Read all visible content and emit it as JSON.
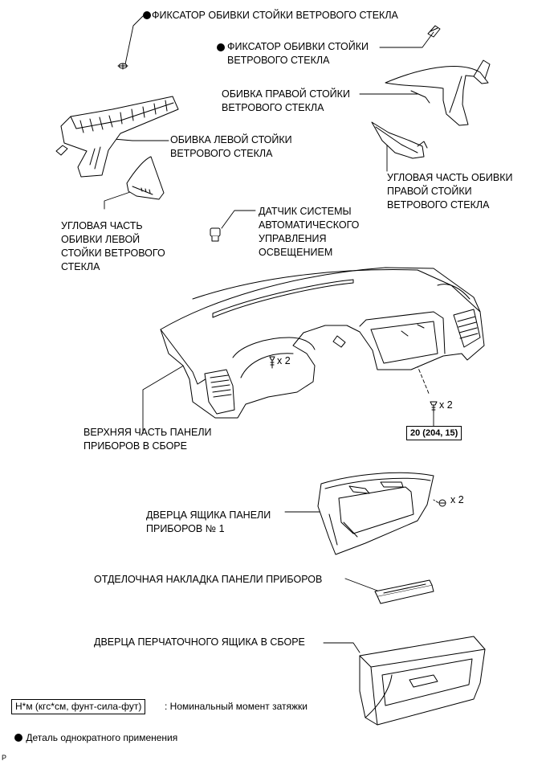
{
  "labels": {
    "clip_top": "ФИКСАТОР ОБИВКИ СТОЙКИ ВЕТРОВОГО СТЕКЛА",
    "clip_right": "ФИКСАТОР ОБИВКИ СТОЙКИ\nВЕТРОВОГО СТЕКЛА",
    "right_pillar": "ОБИВКА ПРАВОЙ СТОЙКИ\nВЕТРОВОГО СТЕКЛА",
    "left_pillar": "ОБИВКА ЛЕВОЙ СТОЙКИ\nВЕТРОВОГО СТЕКЛА",
    "right_corner": "УГЛОВАЯ ЧАСТЬ ОБИВКИ\nПРАВОЙ СТОЙКИ\nВЕТРОВОГО СТЕКЛА",
    "left_corner": "УГЛОВАЯ ЧАСТЬ\nОБИВКИ ЛЕВОЙ\nСТОЙКИ ВЕТРОВОГО\nСТЕКЛА",
    "sensor": "ДАТЧИК СИСТЕМЫ\nАВТОМАТИЧЕСКОГО\nУПРАВЛЕНИЯ\nОСВЕЩЕНИЕМ",
    "panel": "ВЕРХНЯЯ ЧАСТЬ ПАНЕЛИ\nПРИБОРОВ В СБОРЕ",
    "door1": "ДВЕРЦА ЯЩИКА ПАНЕЛИ\nПРИБОРОВ № 1",
    "trim": "ОТДЕЛОЧНАЯ НАКЛАДКА ПАНЕЛИ ПРИБОРОВ",
    "glovebox": "ДВЕРЦА ПЕРЧАТОЧНОГО ЯЩИКА В СБОРЕ"
  },
  "quantities": {
    "screws_panel": "x 2",
    "bolts_panel": "x 2",
    "screws_door": "x 2"
  },
  "torque": "20 (204, 15)",
  "legend": {
    "torque_box": "Н*м (кгс*см, фунт-сила-фут)",
    "torque_text": ": Номинальный момент затяжки",
    "single_use": "Деталь однократного применения"
  },
  "corner_mark": "P"
}
